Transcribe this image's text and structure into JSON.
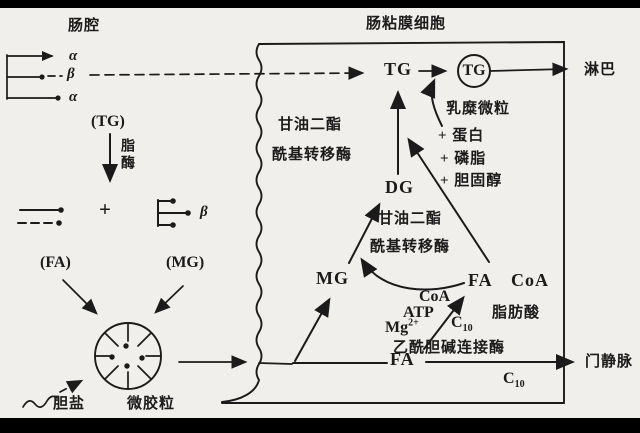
{
  "colors": {
    "paper": "#f1efeb",
    "ink": "#1b1b1b",
    "bar": "#000000"
  },
  "lumen": {
    "title": "肠腔",
    "alpha_top": "α",
    "beta_mid": "β",
    "alpha_bottom": "α",
    "tg": "(TG)",
    "lipase": "脂酶",
    "plus": "+",
    "beta_mg": "β",
    "fa": "(FA)",
    "mg": "(MG)",
    "bile_salt": "胆盐",
    "micelle": "微胶粒"
  },
  "cell": {
    "title": "肠粘膜细胞",
    "tg": "TG",
    "tg_chylo": "TG",
    "chylomicron": "乳糜微粒",
    "plus_protein": "+ 蛋白",
    "plus_phospholipid": "+ 磷脂",
    "plus_cholesterol": "+ 胆固醇",
    "acyltransferase_top_1": "甘油二酯",
    "acyltransferase_top_2": "酰基转移酶",
    "dg": "DG",
    "acyltransferase_mid_1": "甘油二酯",
    "acyltransferase_mid_2": "酰基转移酶",
    "mg": "MG",
    "fa_upper": "FA",
    "coa_upper": "CoA",
    "coa": "CoA",
    "atp": "ATP",
    "mg_ion": {
      "base": "Mg",
      "sup": "2+"
    },
    "c10_upper": {
      "base": "C",
      "sub": "10"
    },
    "fatty_acid": "脂肪酸",
    "ligase": "乙酰胆碱连接酶",
    "fa_lower": "FA",
    "c10_lower": {
      "base": "C",
      "sub": "10"
    }
  },
  "outputs": {
    "lymph": "淋巴",
    "portal_vein": "门静脉"
  }
}
